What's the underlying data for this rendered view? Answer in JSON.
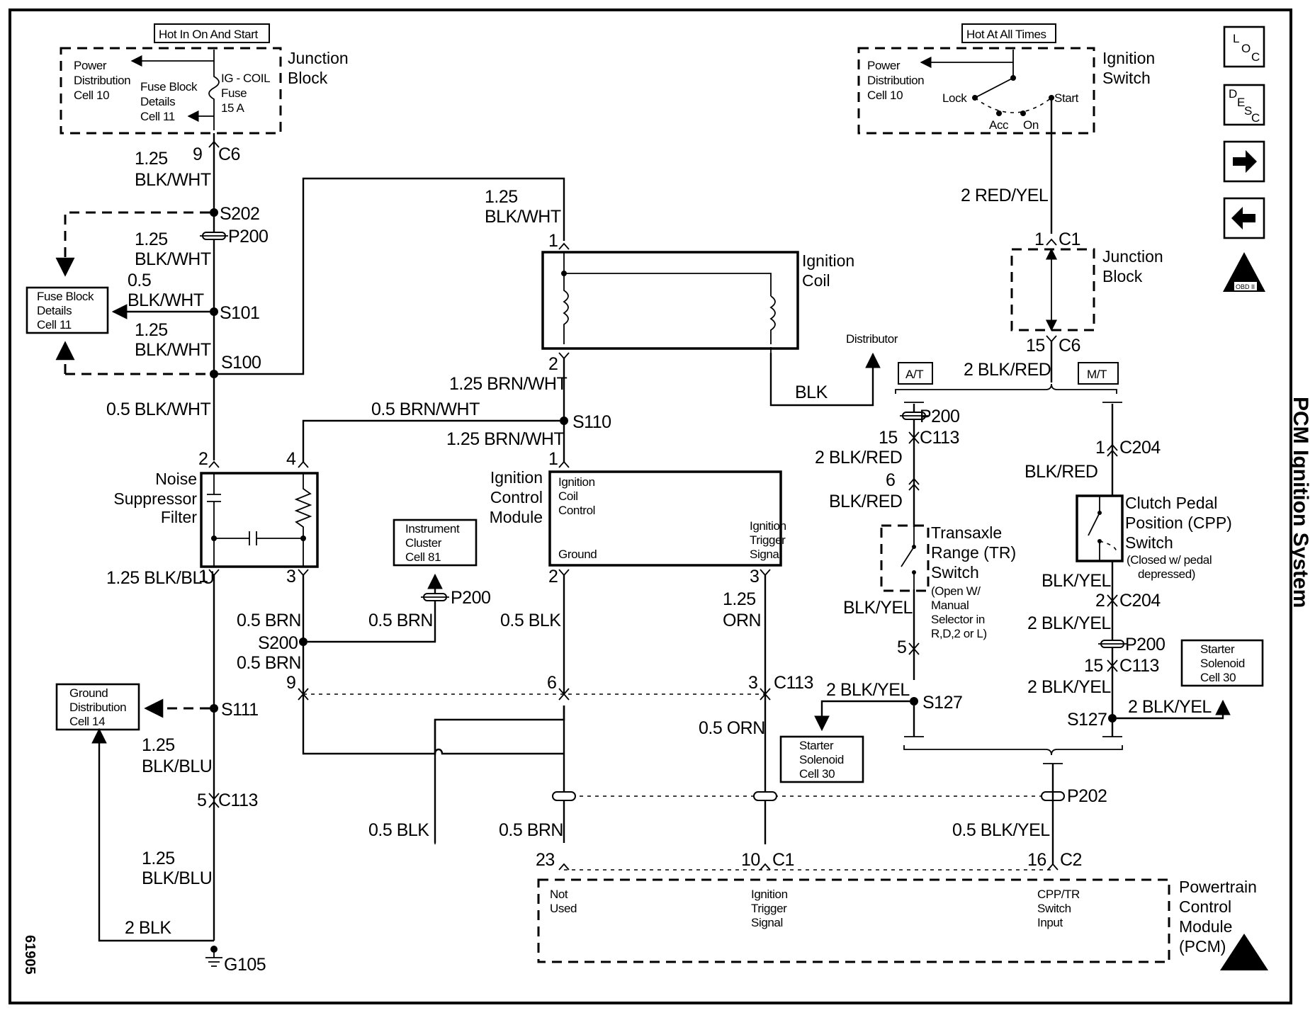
{
  "title": "PCM Ignition System",
  "figure_number": "61905",
  "nav": {
    "loc_icon": "L O C",
    "desc_icon": "D E S C",
    "forward_icon": "arrow-right-icon",
    "back_icon": "arrow-left-icon",
    "obd_icon": "OBD II"
  },
  "headers": {
    "hot_in_on_and_start": "Hot In On And Start",
    "hot_at_all_times": "Hot At All Times",
    "at": "A/T",
    "mt": "M/T"
  },
  "components": {
    "junction_block_left": [
      "Junction",
      "Block"
    ],
    "junction_block_right": [
      "Junction",
      "Block"
    ],
    "ignition_switch": [
      "Ignition",
      "Switch"
    ],
    "ignition_coil": [
      "Ignition",
      "Coil"
    ],
    "noise_suppressor": [
      "Noise",
      "Suppressor",
      "Filter"
    ],
    "icm": [
      "Ignition",
      "Control",
      "Module"
    ],
    "tr_switch": [
      "Transaxle",
      "Range (TR)",
      "Switch"
    ],
    "tr_note": [
      "(Open W/",
      "Manual",
      "Selector in",
      "R,D,2 or L)"
    ],
    "cpp_switch": [
      "Clutch Pedal",
      "Position (CPP)",
      "Switch"
    ],
    "cpp_note": [
      "(Closed w/ pedal",
      "depressed)"
    ],
    "pcm": [
      "Powertrain",
      "Control",
      "Module",
      "(PCM)"
    ],
    "distributor": "Distributor"
  },
  "internal": {
    "pdc_left": [
      "Power",
      "Distribution",
      "Cell 10"
    ],
    "fuse_details": [
      "Fuse Block",
      "Details",
      "Cell 11"
    ],
    "fuse": [
      "IG - COIL",
      "Fuse",
      "15 A"
    ],
    "pdc_right": [
      "Power",
      "Distribution",
      "Cell 10"
    ],
    "sw_lock": "Lock",
    "sw_acc": "Acc",
    "sw_on": "On",
    "sw_start": "Start",
    "icm_coil_control": [
      "Ignition",
      "Coil",
      "Control"
    ],
    "icm_ground": "Ground",
    "icm_trigger": [
      "Ignition",
      "Trigger",
      "Signal"
    ],
    "pcm_not_used": [
      "Not",
      "Used"
    ],
    "pcm_trigger": [
      "Ignition",
      "Trigger",
      "Signal"
    ],
    "pcm_cpp": [
      "CPP/TR",
      "Switch",
      "Input"
    ]
  },
  "refs": {
    "fuse_block_details": [
      "Fuse Block",
      "Details",
      "Cell 11"
    ],
    "instrument_cluster": [
      "Instrument",
      "Cluster",
      "Cell 81"
    ],
    "ground_distribution": [
      "Ground",
      "Distribution",
      "Cell 14"
    ],
    "starter_solenoid_mid": [
      "Starter",
      "Solenoid",
      "Cell 30"
    ],
    "starter_solenoid_right": [
      "Starter",
      "Solenoid",
      "Cell 30"
    ]
  },
  "wires": {
    "w_c6_top": [
      "1.25",
      "BLK/WHT"
    ],
    "w_s202": [
      "1.25",
      "BLK/WHT"
    ],
    "w_s101": [
      "0.5",
      "BLK/WHT"
    ],
    "w_s100": [
      "1.25",
      "BLK/WHT"
    ],
    "w_coil_top": [
      "1.25",
      "BLK/WHT"
    ],
    "w_noise_top": "0.5 BLK/WHT",
    "w_coil_bottom": "1.25 BRN/WHT",
    "w_brn_wht_h": "0.5 BRN/WHT",
    "w_icm_top": "1.25 BRN/WHT",
    "w_noise_bottom": "1.25 BLK/BLU",
    "w_s200_top": "0.5 BRN",
    "w_s200_bottom": "0.5 BRN",
    "w_cluster": "0.5 BRN",
    "w_icm_ground": "0.5 BLK",
    "w_trigger": [
      "1.25",
      "ORN"
    ],
    "w_c113_orn": "0.5 ORN",
    "w_s111": [
      "1.25",
      "BLK/BLU"
    ],
    "w_c113_blu": [
      "1.25",
      "BLK/BLU"
    ],
    "w_ground": "2 BLK",
    "w_pcm_blk": "0.5 BLK",
    "w_pcm_brn": "0.5 BRN",
    "w_pcm_blkyel": "0.5 BLK/YEL",
    "w_switch": "2 RED/YEL",
    "w_c6_right": "2 BLK/RED",
    "w_blk": "BLK",
    "w_at_1": "2 BLK/RED",
    "w_at_2": "BLK/RED",
    "w_tr_out": "BLK/YEL",
    "w_s127_left": "2 BLK/YEL",
    "w_mt_1": "BLK/RED",
    "w_mt_2": "BLK/YEL",
    "w_mt_3": "2 BLK/YEL",
    "w_mt_4": "2 BLK/YEL",
    "w_s127_right": "2 BLK/YEL"
  },
  "splices": {
    "s202": "S202",
    "s101": "S101",
    "s100": "S100",
    "s110": "S110",
    "s200": "S200",
    "s111": "S111",
    "s127a": "S127",
    "s127b": "S127"
  },
  "connectors": {
    "c6": "C6",
    "c6_pin": "9",
    "p200_left": "P200",
    "coil_pin1": "1",
    "coil_pin2": "2",
    "noise_pin2": "2",
    "noise_pin4": "4",
    "noise_pin1": "1",
    "noise_pin3": "3",
    "icm_pin1": "1",
    "icm_pin2": "2",
    "icm_pin3": "3",
    "p200_cluster": "P200",
    "c113_9": "9",
    "c113_6": "6",
    "c113_3": "3",
    "c113": "C113",
    "c113_5": "5",
    "c113_b": "C113",
    "g105": "G105",
    "p202": "P202",
    "pin23": "23",
    "pin10": "10",
    "c1_pcm": "C1",
    "pin16": "16",
    "c2": "C2",
    "c1_jb": "C1",
    "c1_pin": "1",
    "c6_jb": "C6",
    "c6_jb_pin": "15",
    "p200_at": "P200",
    "c113_at": "C113",
    "c113_at_pin": "15",
    "tr_pin6": "6",
    "tr_pin5": "5",
    "c204_a": "C204",
    "c204_a_pin": "1",
    "c204_b": "C204",
    "c204_b_pin": "2",
    "p200_mt": "P200",
    "c113_mt": "C113",
    "c113_mt_pin": "15"
  }
}
